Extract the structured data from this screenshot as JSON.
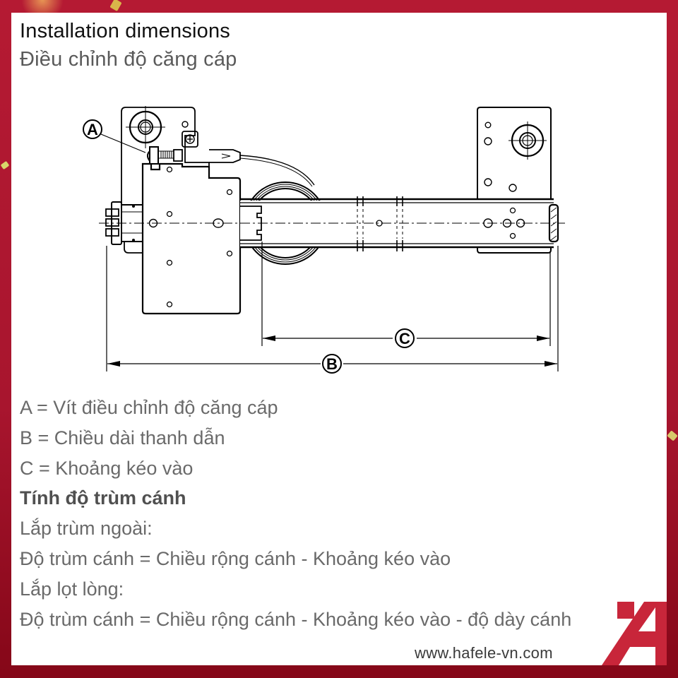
{
  "header": {
    "title_en": "Installation dimensions",
    "title_vi": "Điều chỉnh độ căng cáp"
  },
  "drawing": {
    "callouts": {
      "a": "A",
      "b": "B",
      "c": "C"
    }
  },
  "legend": {
    "items": [
      "A = Vít điều chỉnh độ căng cáp",
      "B = Chiều dài thanh dẫn",
      "C = Khoảng kéo vào"
    ],
    "section_title": "Tính độ trùm cánh",
    "overlay_label": "Lắp trùm ngoài:",
    "overlay_formula": "Độ trùm cánh = Chiều rộng cánh - Khoảng kéo vào",
    "inset_label": "Lắp lọt lòng:",
    "inset_formula": "Độ trùm cánh = Chiều rộng cánh - Khoảng kéo vào - độ dày cánh"
  },
  "footer": {
    "website": "www.hafele-vn.com"
  },
  "colors": {
    "frame_red": "#b51a33",
    "frame_dark_red": "#850718",
    "logo_red": "#c8263a",
    "confetti_gold": "#d9c15a"
  }
}
